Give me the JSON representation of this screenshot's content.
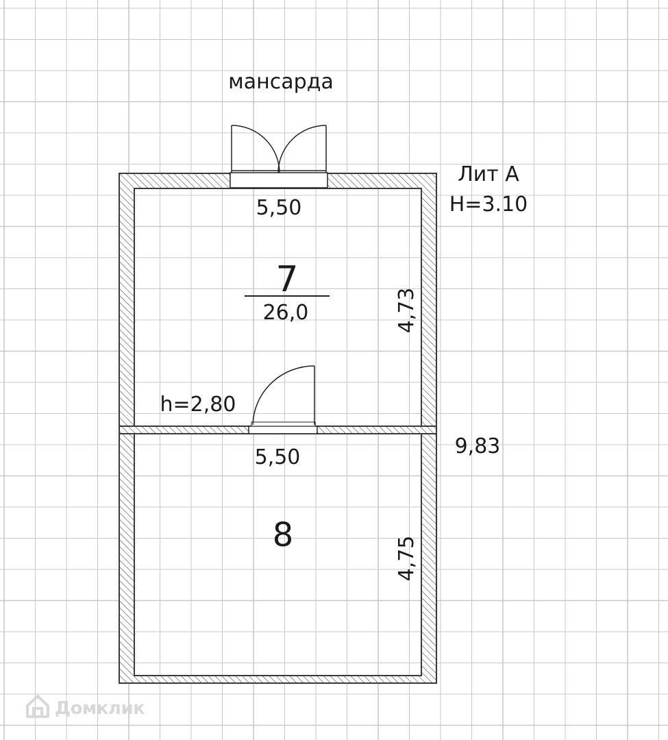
{
  "labels": {
    "attic": "мансарда",
    "building_letter": "Лит А",
    "building_height": "H=3.10",
    "room7_width": "5,50",
    "room7_length": "4,73",
    "room7_number": "7",
    "room7_area": "26,0",
    "room8_height": "h=2,80",
    "room8_width": "5,50",
    "room8_length": "4,75",
    "room8_number": "8",
    "total_length": "9,83"
  },
  "watermark": {
    "text": "Домклик",
    "icon": "house-logo-icon"
  },
  "colors": {
    "grid": "#c8c8c8",
    "wall": "#3a3a3a",
    "hatch": "#555555",
    "watermark": "#d6d6d6"
  }
}
